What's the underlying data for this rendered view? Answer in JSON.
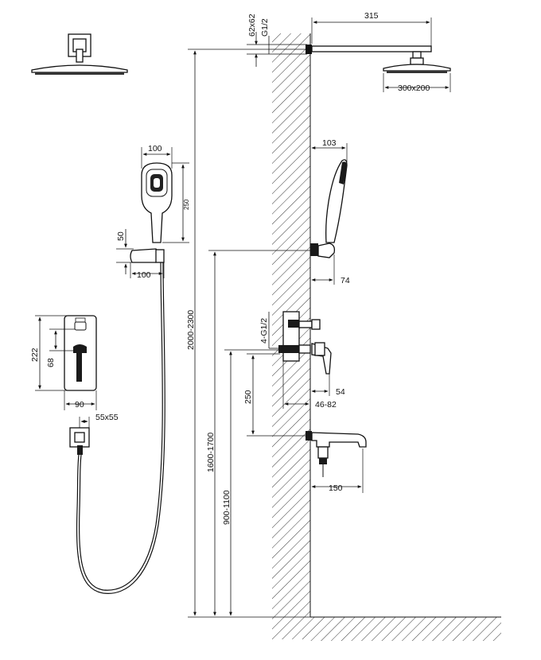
{
  "dimensions": {
    "shower_arm_length": "315",
    "wall_connection_size": "62x62",
    "wall_thread": "G1/2",
    "rain_head_size": "300x200",
    "hand_shower_width": "100",
    "hand_shower_length": "250",
    "holder_height": "50",
    "holder_width": "100",
    "handle_offset": "103",
    "holder_projection": "74",
    "plate_height": "222",
    "handle_height": "68",
    "plate_width": "90",
    "valve_box": "55x55",
    "valve_ports": "4-G1/2",
    "lever_projection": "54",
    "valve_depth": "46-82",
    "spout_drop": "250",
    "spout_length": "150",
    "total_height": "2000-2300",
    "holder_mount_height": "1600-1700",
    "valve_mount_height": "900-1100"
  }
}
